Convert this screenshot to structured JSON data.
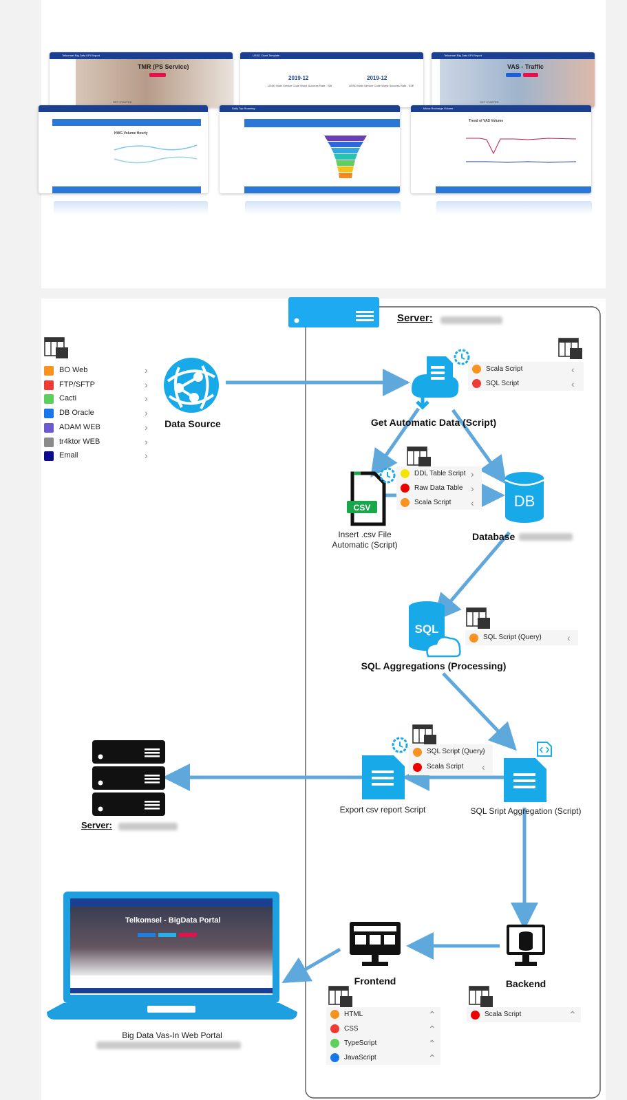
{
  "screens": {
    "tmr_title": "TMR (PS Service)",
    "vas_title": "VAS - Traffic",
    "ussd_title": "USSD Chart Template",
    "ussd_month": "2019-12",
    "ussd_chart_left": "USSD Main Service Code Worst Success Rate - SW",
    "ussd_chart_right": "USSD Main Service Code Worst Success Rate - E2E",
    "hwg_title": "HWG Volume Hourly",
    "daily_title": "Daily Top Roaming",
    "mkios_title": "Mkios Recharge Volume",
    "mkios_chart": "Trend of VAS Volume",
    "topbar_a": "Telkomsel Big Data KPI Report",
    "get_started": "GET STARTED"
  },
  "server_main": {
    "label": "Server:"
  },
  "sources": {
    "items": [
      {
        "label": "BO Web",
        "color": "#f7931e"
      },
      {
        "label": "FTP/SFTP",
        "color": "#ee3b35"
      },
      {
        "label": "Cacti",
        "color": "#5ccf5c"
      },
      {
        "label": "DB Oracle",
        "color": "#1777e8"
      },
      {
        "label": "ADAM WEB",
        "color": "#6a5acd"
      },
      {
        "label": "tr4ktor WEB",
        "color": "#8b8b8b"
      },
      {
        "label": "Email",
        "color": "#0a0a8c"
      }
    ]
  },
  "nodes": {
    "data_source": "Data Source",
    "get_auto": "Get Automatic Data (Script)",
    "insert_csv_1": "Insert .csv File",
    "insert_csv_2": "Automatic (Script)",
    "csv_badge": "CSV",
    "database": "Database",
    "db_icon": "DB",
    "sql_icon": "SQL",
    "sql_agg": "SQL Aggregations (Processing)",
    "export_csv": "Export csv report Script",
    "sql_script_agg": "SQL Sript Aggregation (Script)",
    "server_ext": "Server:",
    "frontend": "Frontend",
    "backend": "Backend",
    "portal_title": "Big Data Vas-In Web Portal",
    "laptop_title": "Telkomsel - BigData Portal"
  },
  "scripts": {
    "get_auto": [
      {
        "label": "Scala Script",
        "color": "#f7931e",
        "chev": "<"
      },
      {
        "label": "SQL Script",
        "color": "#ee3b35",
        "chev": "<"
      }
    ],
    "csv": [
      {
        "label": "DDL Table Script",
        "color": "#f2e600",
        "chev": ">"
      },
      {
        "label": "Raw Data Table",
        "color": "#ee0000",
        "chev": ">"
      },
      {
        "label": "Scala Script",
        "color": "#f7931e",
        "chev": "<"
      }
    ],
    "sql_agg": [
      {
        "label": "SQL Script (Query)",
        "color": "#f7931e",
        "chev": "<"
      }
    ],
    "export": [
      {
        "label": "SQL Script (Query)",
        "color": "#f7931e",
        "chev": ">"
      },
      {
        "label": "Scala Script",
        "color": "#ee0000",
        "chev": "<"
      }
    ],
    "frontend": [
      {
        "label": "HTML",
        "color": "#f7931e",
        "chev": "^"
      },
      {
        "label": "CSS",
        "color": "#ee3b35",
        "chev": "^"
      },
      {
        "label": "TypeScript",
        "color": "#5ccf5c",
        "chev": "^"
      },
      {
        "label": "JavaScript",
        "color": "#1777e8",
        "chev": "^"
      }
    ],
    "backend": [
      {
        "label": "Scala Script",
        "color": "#ee0000",
        "chev": "^"
      }
    ]
  },
  "colors": {
    "accent": "#29aee8",
    "arrow": "#5fa8db",
    "dark": "#111111"
  }
}
